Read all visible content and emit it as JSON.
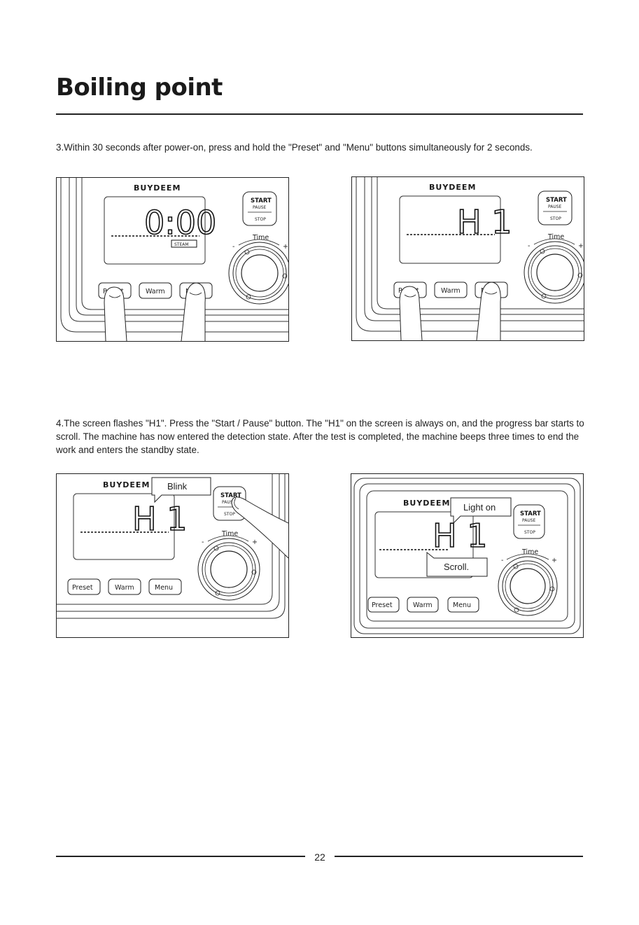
{
  "page": {
    "title": "Boiling point",
    "page_number": "22"
  },
  "steps": [
    {
      "text": "3.Within 30 seconds after power-on, press and hold the \"Preset\" and \"Menu\" buttons simultaneously for 2 seconds."
    },
    {
      "text": "4.The screen flashes \"H1\". Press the \"Start / Pause\" button. The \"H1\" on the screen is always on, and the progress bar starts to scroll. The machine has now entered the detection state. After the test is completed, the machine beeps three times to end the work and enters the standby state."
    }
  ],
  "device": {
    "brand": "BUYDEEM",
    "start_label": "START",
    "pause_label": "PAUSE",
    "stop_label": "STOP",
    "time_label": "Time",
    "minus_sign": "-",
    "plus_sign": "+",
    "preset_label": "Preset",
    "warm_label": "Warm",
    "menu_label": "Menu",
    "steam_label": "STEAM"
  },
  "panels": [
    {
      "display": "0:00",
      "callout": "",
      "callout2": ""
    },
    {
      "display": "H 1",
      "callout": "",
      "callout2": ""
    },
    {
      "display": "H 1",
      "callout": "Blink",
      "callout2": ""
    },
    {
      "display": "H 1",
      "callout": "Light on",
      "callout2": "Scroll."
    }
  ]
}
